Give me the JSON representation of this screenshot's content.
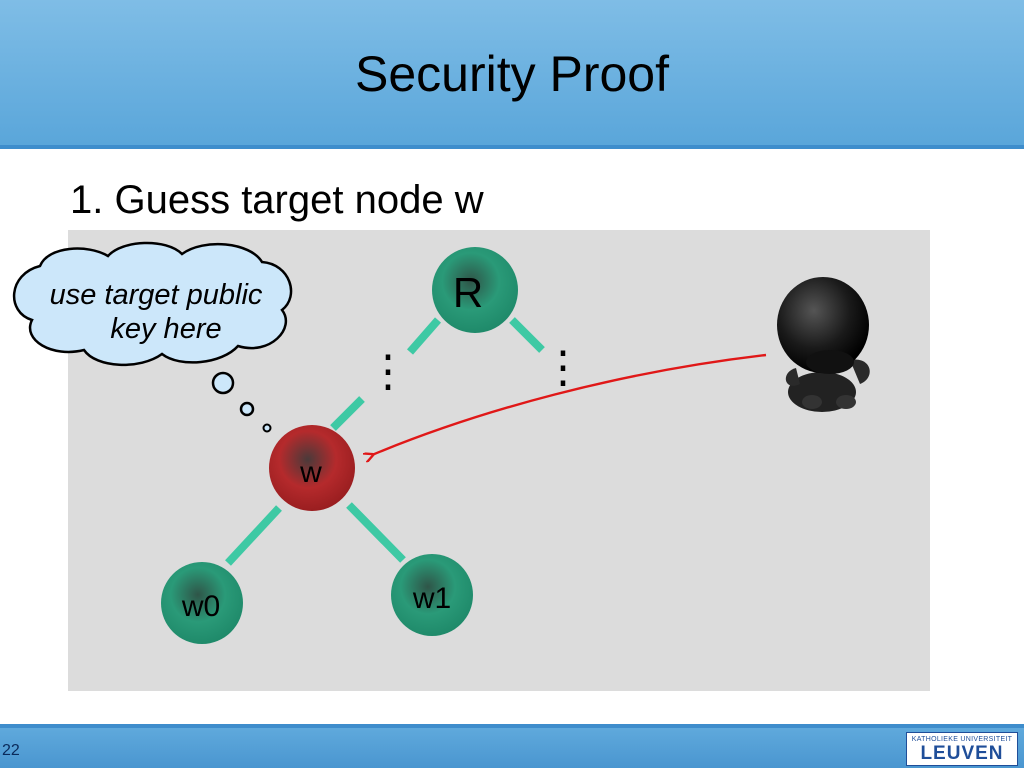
{
  "slide": {
    "title": "Security Proof",
    "bullet": "1. Guess target node w",
    "page_number": "22"
  },
  "diagram": {
    "thought_bubble": {
      "line1": "use target public",
      "line2": "key here"
    },
    "nodes": {
      "root": "R",
      "target": "w",
      "left_child": "w0",
      "right_child": "w1"
    },
    "ellipsis_glyph": "⋮",
    "colors": {
      "node_green": "#2c9a7a",
      "node_red": "#c0282a",
      "edge": "#3ec9a4",
      "arrow": "#e01818",
      "panel": "#dcdcdc",
      "header": "#6cb2e0"
    },
    "adversary_icon": "hooded-figure-icon"
  },
  "logo": {
    "top": "KATHOLIEKE UNIVERSITEIT",
    "bottom": "LEUVEN"
  }
}
